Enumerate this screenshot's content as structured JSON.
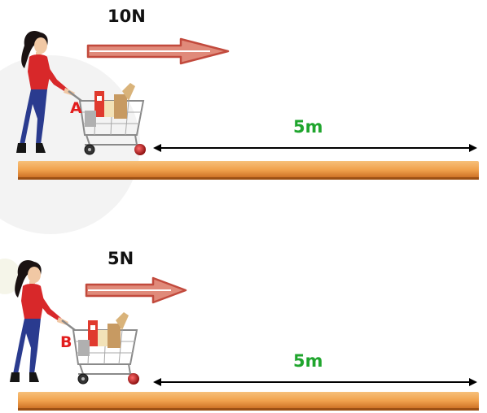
{
  "colors": {
    "force_arrow_fill": "#e08a7a",
    "force_arrow_stroke": "#c24a3d",
    "ground_main": "#f0a14c",
    "ground_edge": "#c76a1f",
    "distance_text": "#1fa52d",
    "letter_text": "#e21d1d",
    "shirt": "#d8282a",
    "jeans": "#2a3b8f",
    "hair": "#1a1212",
    "skin": "#f1c8a4",
    "cart": "#8a8a8a"
  },
  "icons": {
    "woman": "woman-pushing-cart-icon",
    "cart": "shopping-cart-icon",
    "arrow": "double-headed-arrow-icon"
  },
  "scenes": [
    {
      "letter": "A",
      "force": "10N",
      "distance": "5m",
      "force_magnitude": 10
    },
    {
      "letter": "B",
      "force": "5N",
      "distance": "5m",
      "force_magnitude": 5
    }
  ]
}
